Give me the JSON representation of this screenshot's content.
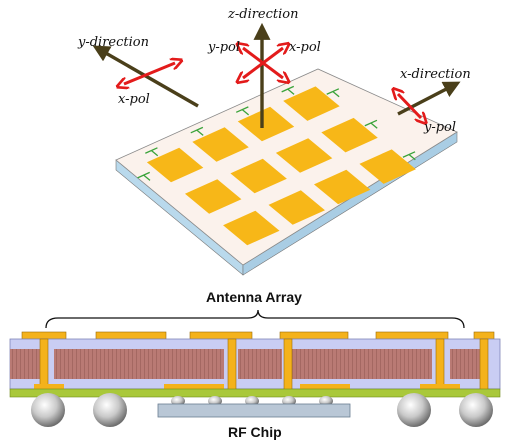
{
  "top_diagram": {
    "labels": {
      "z_direction": "z-direction",
      "y_direction": "y-direction",
      "x_direction": "x-direction",
      "center_y_pol": "y-pol",
      "center_x_pol": "x-pol",
      "left_x_pol": "x-pol",
      "right_y_pol": "y-pol"
    },
    "patch_grid": {
      "rows": 3,
      "cols": 4
    },
    "colors": {
      "substrate_top": "#fbf2ec",
      "substrate_side": "#b9d9ec",
      "patch": "#f7b718",
      "feed": "#3aa33a",
      "arrow_dark": "#4a3f1a",
      "arrow_red": "#e31b1b"
    }
  },
  "cross_section": {
    "title": "Antenna Array",
    "chip_label": "RF Chip",
    "colors": {
      "layer": "#c9cdf3",
      "core": "#b97a74",
      "metal": "#f4b21b",
      "base": "#a9c83a",
      "chip": "#b9c7d6",
      "ball": "#c9c9c9"
    }
  }
}
